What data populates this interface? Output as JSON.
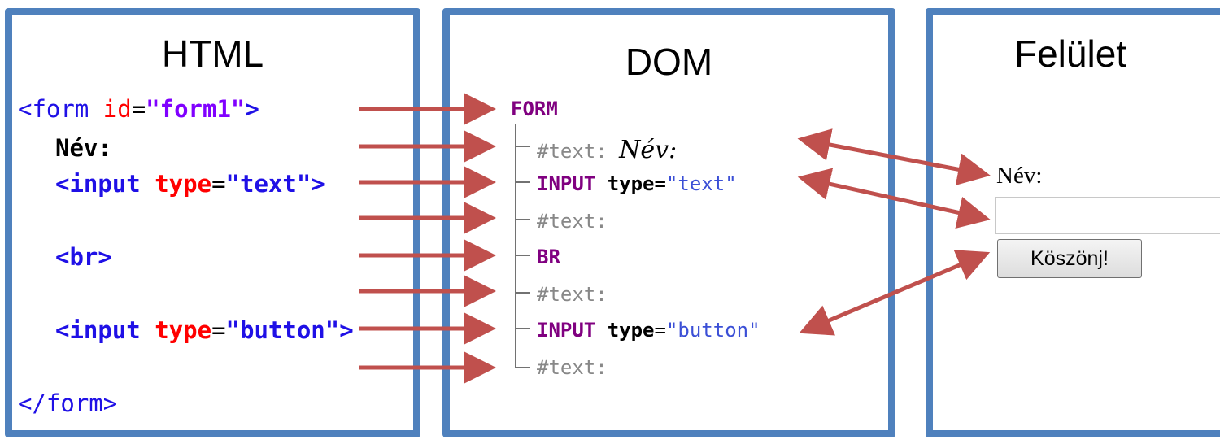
{
  "panels": {
    "html_title": "HTML",
    "dom_title": "DOM",
    "ui_title": "Felület"
  },
  "html_code": {
    "form_open_lt": "<form ",
    "form_id_attr": "id",
    "form_eq": "=",
    "form_id_val": "\"form1\"",
    "form_gt": ">",
    "label_text": "Név:",
    "input_text_open": "<input ",
    "input_text_attr": "type",
    "input_text_eq": "=",
    "input_text_val": "\"text\"",
    "input_text_gt": ">",
    "br_tag": "<br>",
    "input_button_open": "<input ",
    "input_button_attr": "type",
    "input_button_eq": "=",
    "input_button_val": "\"button\"",
    "input_button_gt": ">",
    "form_close": "</form>"
  },
  "dom_tree": {
    "form": "FORM",
    "text1_label": "#text:",
    "text1_value": "Név:",
    "input1_el": "INPUT",
    "input1_attr": "type",
    "input1_eq": "=",
    "input1_val": "\"text\"",
    "text2": "#text:",
    "br": "BR",
    "text3": "#text:",
    "input2_el": "INPUT",
    "input2_attr": "type",
    "input2_eq": "=",
    "input2_val": "\"button\"",
    "text4": "#text:"
  },
  "ui": {
    "label": "Név:",
    "input_value": "",
    "button_label": "Köszönj!"
  },
  "colors": {
    "panel_border": "#4f81bd",
    "arrow": "#c0504d"
  }
}
